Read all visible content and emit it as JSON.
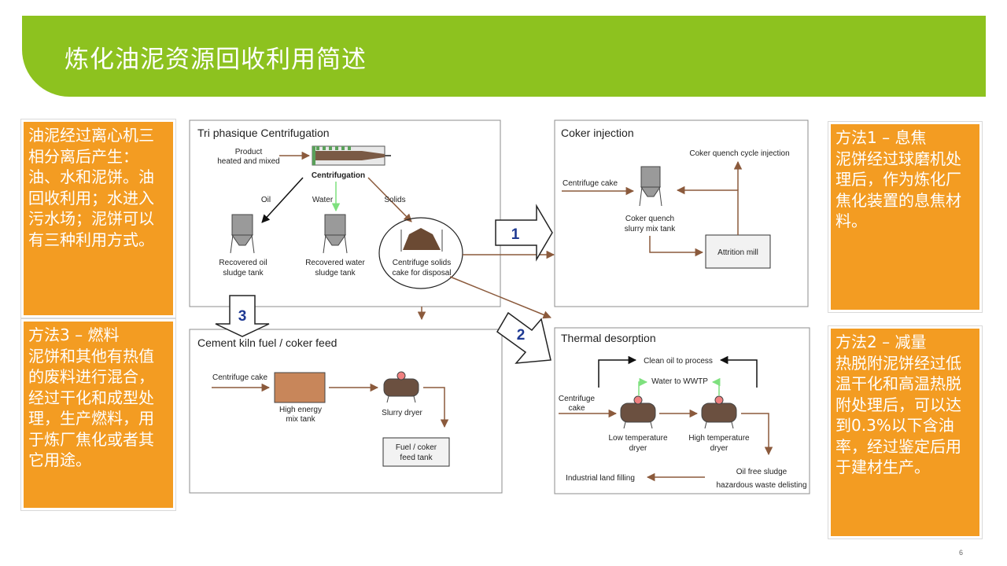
{
  "header": {
    "title": "炼化油泥资源回收利用简述"
  },
  "left_top_box": {
    "text": "油泥经过离心机三相分离后产生：油、水和泥饼。油回收利用；水进入污水场；泥饼可以有三种利用方式。"
  },
  "left_bottom_box": {
    "text": "方法3 – 燃料\n泥饼和其他有热值的废料进行混合，经过干化和成型处理，生产燃料，用于炼厂焦化或者其它用途。"
  },
  "right_top_box": {
    "text": "方法1 – 息焦\n泥饼经过球磨机处理后，作为炼化厂焦化装置的息焦材料。"
  },
  "right_bottom_box": {
    "text": "方法2 – 减量\n热脱附泥饼经过低温干化和高温热脱附处理后，可以达到0.3%以下含油率，经过鉴定后用于建材生产。"
  },
  "panels": {
    "centrifugation": {
      "title": "Tri phasique Centrifugation",
      "product_label_1": "Product",
      "product_label_2": "heated and mixed",
      "centrifugation_label": "Centrifugation",
      "oil_label": "Oil",
      "water_label": "Water",
      "solids_label": "Solids",
      "oil_tank_1": "Recovered oil",
      "oil_tank_2": "sludge tank",
      "water_tank_1": "Recovered water",
      "water_tank_2": "sludge tank",
      "solids_1": "Centrifuge solids",
      "solids_2": "cake for disposal"
    },
    "coker": {
      "title": "Coker injection",
      "cake_label": "Centrifuge cake",
      "quench_cycle": "Coker quench cycle injection",
      "tank_1": "Coker quench",
      "tank_2": "slurry mix tank",
      "mill": "Attrition mill"
    },
    "cement": {
      "title": "Cement kiln fuel / coker feed",
      "cake_label": "Centrifuge cake",
      "mix_1": "High energy",
      "mix_2": "mix tank",
      "dryer": "Slurry dryer",
      "fuel_1": "Fuel / coker",
      "fuel_2": "feed tank"
    },
    "thermal": {
      "title": "Thermal desorption",
      "clean_oil": "Clean oil to process",
      "water_wwtp": "Water to WWTP",
      "cake_1": "Centrifuge",
      "cake_2": "cake",
      "low_1": "Low temperature",
      "low_2": "dryer",
      "high_1": "High temperature",
      "high_2": "dryer",
      "oil_free_1": "Oil free sludge",
      "oil_free_2": "hazardous waste delisting",
      "landfill": "Industrial land filling"
    }
  },
  "route_numbers": {
    "one": "1",
    "two": "2",
    "three": "3"
  },
  "page_number": "6",
  "colors": {
    "banner": "#8dc21f",
    "box": "#f39c22",
    "flow": "#8b5a3c",
    "route_number": "#1f3a93"
  }
}
